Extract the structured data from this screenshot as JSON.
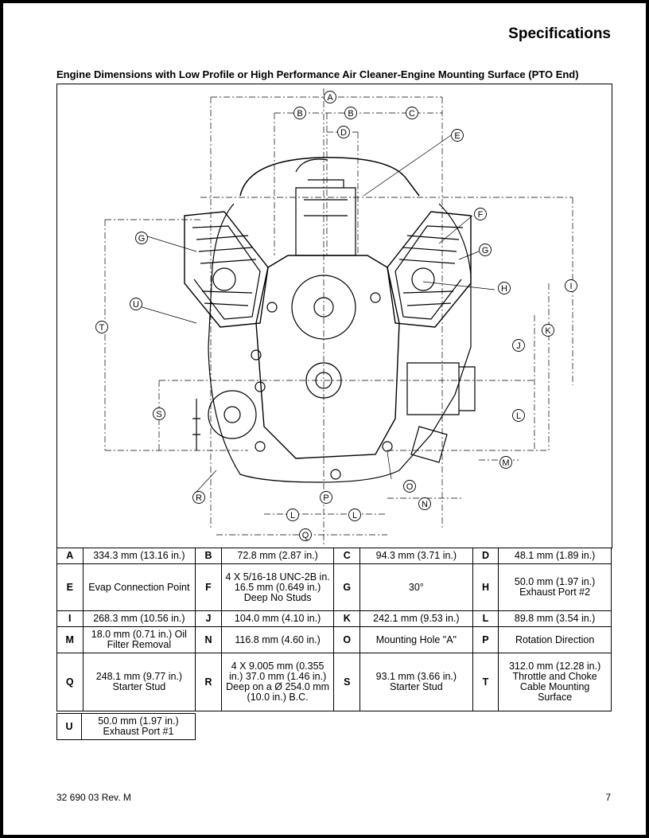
{
  "header": {
    "title": "Specifications"
  },
  "section": {
    "title": "Engine Dimensions with Low Profile or High Performance Air Cleaner-Engine Mounting Surface (PTO End)"
  },
  "callouts": [
    "A",
    "B",
    "B",
    "C",
    "D",
    "E",
    "F",
    "G",
    "G",
    "H",
    "I",
    "J",
    "K",
    "L",
    "L",
    "L",
    "M",
    "N",
    "O",
    "P",
    "Q",
    "R",
    "S",
    "T",
    "U"
  ],
  "specs": [
    {
      "key": "A",
      "value": "334.3 mm (13.16 in.)"
    },
    {
      "key": "B",
      "value": "72.8 mm (2.87 in.)"
    },
    {
      "key": "C",
      "value": "94.3 mm (3.71 in.)"
    },
    {
      "key": "D",
      "value": "48.1 mm (1.89 in.)"
    },
    {
      "key": "E",
      "value": "Evap Connection Point"
    },
    {
      "key": "F",
      "value": "4 X 5/16-18 UNC-2B in. 16.5 mm (0.649 in.) Deep No Studs"
    },
    {
      "key": "G",
      "value": "30°"
    },
    {
      "key": "H",
      "value": "50.0 mm (1.97 in.) Exhaust Port #2"
    },
    {
      "key": "I",
      "value": "268.3 mm (10.56 in.)"
    },
    {
      "key": "J",
      "value": "104.0 mm (4.10 in.)"
    },
    {
      "key": "K",
      "value": "242.1 mm (9.53 in.)"
    },
    {
      "key": "L",
      "value": "89.8 mm (3.54 in.)"
    },
    {
      "key": "M",
      "value": "18.0 mm (0.71 in.) Oil Filter Removal"
    },
    {
      "key": "N",
      "value": "116.8 mm (4.60 in.)"
    },
    {
      "key": "O",
      "value": "Mounting Hole \"A\""
    },
    {
      "key": "P",
      "value": "Rotation Direction"
    },
    {
      "key": "Q",
      "value": "248.1 mm (9.77 in.) Starter Stud"
    },
    {
      "key": "R",
      "value": "4 X 9.005 mm (0.355 in.) 37.0 mm (1.46 in.) Deep on a Ø 254.0 mm (10.0 in.) B.C."
    },
    {
      "key": "S",
      "value": "93.1 mm (3.66 in.) Starter Stud"
    },
    {
      "key": "T",
      "value": "312.0 mm (12.28 in.) Throttle and Choke Cable Mounting Surface"
    },
    {
      "key": "U",
      "value": "50.0 mm (1.97 in.) Exhaust Port #1"
    }
  ],
  "footer": {
    "doc_number": "32 690 03 Rev. M",
    "page_number": "7"
  }
}
